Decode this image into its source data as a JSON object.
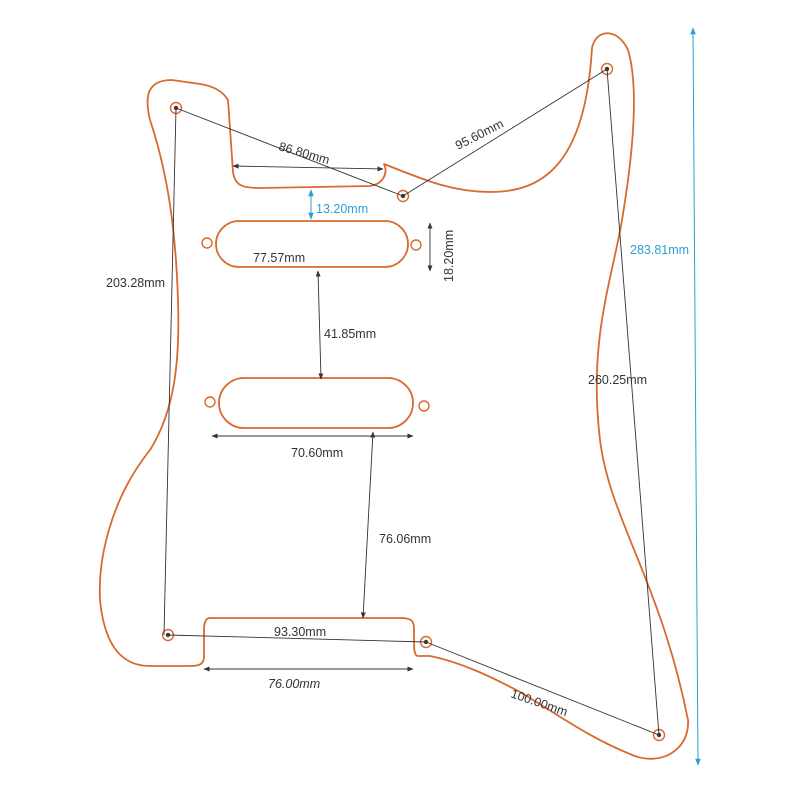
{
  "colors": {
    "outline": "#d9692e",
    "dimension": "#333333",
    "dimension_accent": "#2a9fd0",
    "background": "#ffffff"
  },
  "labels": {
    "top_left_to_center_hole": "86.80mm",
    "center_hole_to_top_right": "95.60mm",
    "neck_pickup_gap": "13.20mm",
    "neck_pickup_height": "18.20mm",
    "neck_pickup_width": "77.57mm",
    "neck_to_middle_pickup": "41.85mm",
    "left_hole_span": "203.28mm",
    "middle_pickup_width": "70.60mm",
    "middle_to_bridge_opening": "76.06mm",
    "bottom_hole_span": "93.30mm",
    "bridge_opening_width": "76.00mm",
    "bottom_center_to_bottom_right": "100.00mm",
    "right_hole_span": "260.25mm",
    "overall_height": "283.81mm"
  }
}
